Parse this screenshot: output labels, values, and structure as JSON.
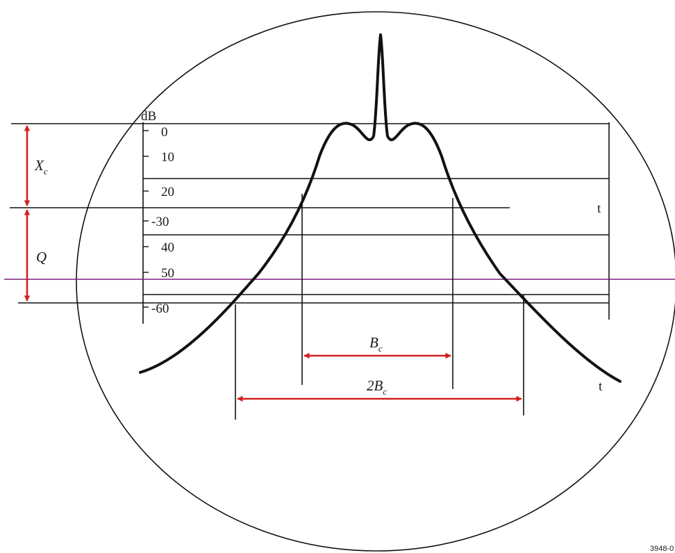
{
  "diagram": {
    "axis_unit": "dB",
    "scale_labels": [
      "0",
      "10",
      "20",
      "-30",
      "40",
      "50",
      "-60"
    ],
    "time_label_upper": "t",
    "time_label_lower": "t",
    "xc_label": {
      "main": "X",
      "sub": "c"
    },
    "q_label": "Q",
    "bc_label": {
      "main": "B",
      "sub": "c"
    },
    "two_bc_label": {
      "main": "2B",
      "sub": "c"
    },
    "figure_id": "3948-0",
    "colors": {
      "ink": "#111111",
      "arrow": "#d21f1f",
      "reference_line": "#7b1e7b"
    }
  }
}
